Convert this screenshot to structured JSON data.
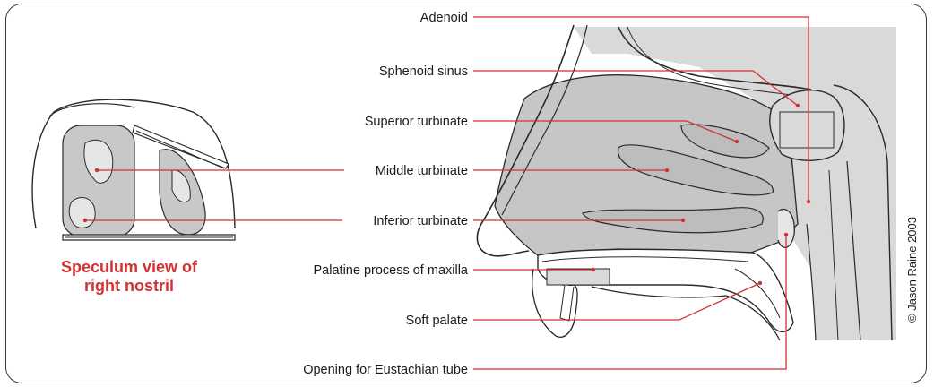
{
  "labels": {
    "adenoid": "Adenoid",
    "sphenoid_sinus": "Sphenoid sinus",
    "superior_turbinate": "Superior turbinate",
    "middle_turbinate": "Middle turbinate",
    "inferior_turbinate": "Inferior turbinate",
    "palatine_process": "Palatine process of maxilla",
    "soft_palate": "Soft palate",
    "eustachian_tube": "Opening for Eustachian tube"
  },
  "caption": {
    "line1": "Speculum view of",
    "line2": "right nostril"
  },
  "credit": "© Jason Raine 2003",
  "colors": {
    "leader": "#d23232",
    "caption": "#d23232",
    "tissue_gray": "#c8c8c8",
    "bone_outline": "#2a2a2a"
  }
}
